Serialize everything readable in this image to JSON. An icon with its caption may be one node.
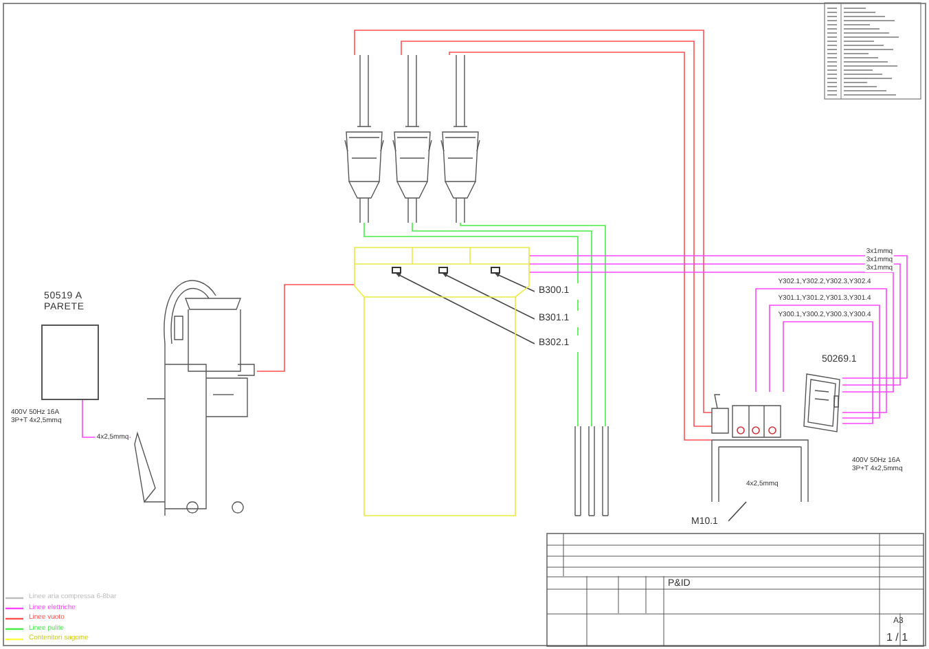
{
  "diagram": {
    "nodes": [
      {
        "text": [
          "50519 A PARETE"
        ],
        "beside": [
          "400V 50Hz 16A 3P+T 4x2,5mmq"
        ]
      },
      {
        "text": [],
        "shape": "picture"
      },
      {
        "text": [],
        "shape": "picture"
      },
      {
        "text": [],
        "shape": "picture"
      },
      {
        "text": [],
        "shape": "picture"
      },
      {
        "text": [],
        "shape": "box"
      },
      {
        "text": [],
        "shape": "picture",
        "beside": [
          "50269.1"
        ]
      },
      {
        "text": [],
        "shape": "picture"
      },
      {
        "text": [],
        "shape": "bar"
      },
      {
        "text": [],
        "shape": "bar"
      },
      {
        "text": [],
        "shape": "bar"
      },
      {
        "text": [
          "B300.1"
        ]
      },
      {
        "text": [
          "B301.1"
        ]
      },
      {
        "text": [
          "B302.1"
        ]
      },
      {
        "text": [
          "M10.1"
        ]
      },
      {
        "text": [],
        "shape": "box",
        "in": 5
      },
      {
        "text": [],
        "shape": "box",
        "in": 5
      },
      {
        "text": [],
        "shape": "box",
        "in": 5
      }
    ],
    "edges": [
      {
        "from": 0,
        "to": 1,
        "arrow": "none",
        "label": "4x2,5mmq"
      },
      {
        "from": 1,
        "to": 5,
        "arrow": "none",
        "color": "#ff5050"
      },
      {
        "from": 2,
        "to": 7,
        "arrow": "none",
        "color": "#ff5050"
      },
      {
        "from": 3,
        "to": 7,
        "arrow": "none",
        "color": "#ff5050"
      },
      {
        "from": 4,
        "to": 7,
        "arrow": "none",
        "color": "#ff5050"
      },
      {
        "from": 2,
        "to": 8,
        "arrow": "none",
        "color": "#44ee44"
      },
      {
        "from": 3,
        "to": 9,
        "arrow": "none",
        "color": "#44ee44"
      },
      {
        "from": 4,
        "to": 10,
        "arrow": "none",
        "color": "#44ee44"
      },
      {
        "from": 5,
        "to": 6,
        "arrow": "none",
        "label": "3x1mmq"
      },
      {
        "from": 5,
        "to": 6,
        "arrow": "none",
        "label": "3x1mmq"
      },
      {
        "from": 5,
        "to": 6,
        "arrow": "none",
        "label": "3x1mmq"
      },
      {
        "from": 6,
        "to": 7,
        "arrow": "none",
        "label": "Y302.1,Y302.2,Y302.3,Y302.4"
      },
      {
        "from": 6,
        "to": 7,
        "arrow": "none",
        "label": "Y301.1,Y301.2,Y301.3,Y301.4"
      },
      {
        "from": 6,
        "to": 7,
        "arrow": "none",
        "label": "Y300.1,Y300.2,Y300.3,Y300.4"
      },
      {
        "from": 11,
        "to": 17,
        "arrow": "to",
        "color": "#444444"
      },
      {
        "from": 12,
        "to": 16,
        "arrow": "to",
        "color": "#444444"
      },
      {
        "from": 13,
        "to": 15,
        "arrow": "to",
        "color": "#444444"
      },
      {
        "from": 14,
        "to": 7,
        "arrow": "none",
        "color": "#444444"
      }
    ],
    "labels": [
      "400V 50Hz 16A 3P+T 4x2,5mmq",
      "4x2,5mmq",
      "P&ID",
      "A3",
      "1 / 1"
    ],
    "legend": [
      {
        "text": "Linee aria compressa 6-8bar"
      },
      {
        "text": "Linee elettriche"
      },
      {
        "text": "Linee vuoto"
      },
      {
        "text": "Linee pulite"
      },
      {
        "text": "Contenitori sagome"
      }
    ]
  }
}
